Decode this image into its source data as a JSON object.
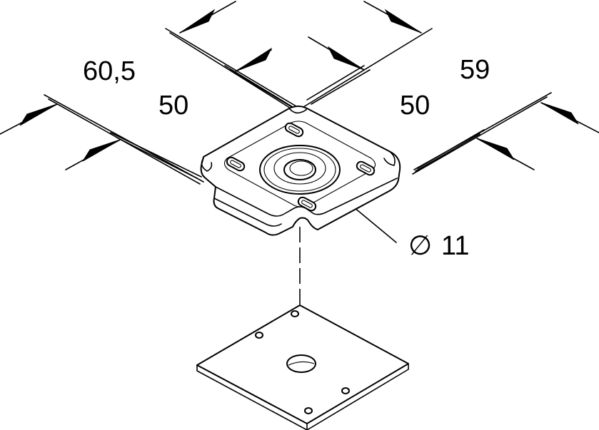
{
  "dimensions": {
    "overall_left": "60,5",
    "inner_left": "50",
    "inner_right": "50",
    "overall_right": "59",
    "hole_diameter_symbol": "∅",
    "hole_diameter_value": "11"
  }
}
